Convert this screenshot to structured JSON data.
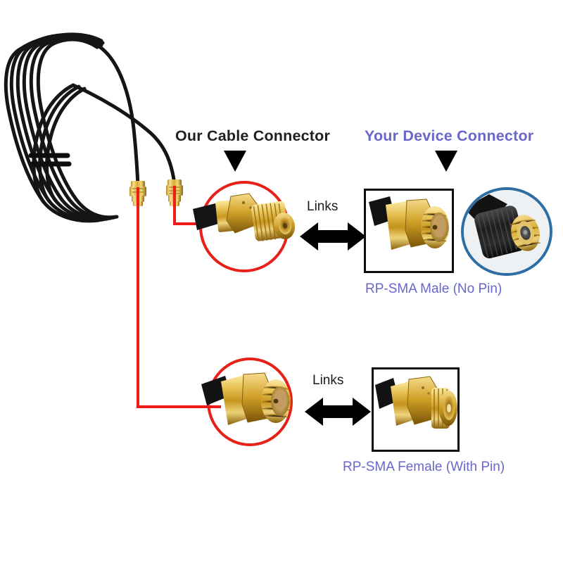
{
  "diagram": {
    "title_ours": "Our Cable Connector",
    "title_yours": "Your Device Connector",
    "links_top": "Links",
    "links_bottom": "Links",
    "caption_male": "RP-SMA Male (No Pin)",
    "caption_female": "RP-SMA Female (With Pin)"
  },
  "colors": {
    "heading_ours": "#231f1c",
    "heading_yours": "#6a66cc",
    "caption": "#6a66cc",
    "annotation_red": "#e8201a",
    "leader_red": "#ee1c18",
    "arrow_black": "#000000",
    "device_ring_blue": "#2d6ea5",
    "gold_light": "#f5dc7a",
    "gold_mid": "#d8a828",
    "gold_dark": "#9a6f12",
    "cable_black": "#171717",
    "background": "#ffffff"
  },
  "icons": {
    "triangle_ours": "triangle-down-icon",
    "triangle_yours": "triangle-down-icon",
    "arrow_top": "double-headed-arrow-icon",
    "arrow_bottom": "double-headed-arrow-icon"
  },
  "photos": {
    "cable_coil": "coiled-black-coaxial-cable-with-two-gold-sma-ends",
    "circled_top": "gold-sma-female-bulkhead-connector-on-black-cable",
    "circled_bottom": "gold-sma-male-hex-connector-on-black-cable",
    "boxed_top": "rp-sma-male-connector-no-pin",
    "boxed_bottom": "rp-sma-female-connector-with-pin",
    "device_inset": "black-knurled-antenna-base-with-gold-rp-sma-port"
  }
}
